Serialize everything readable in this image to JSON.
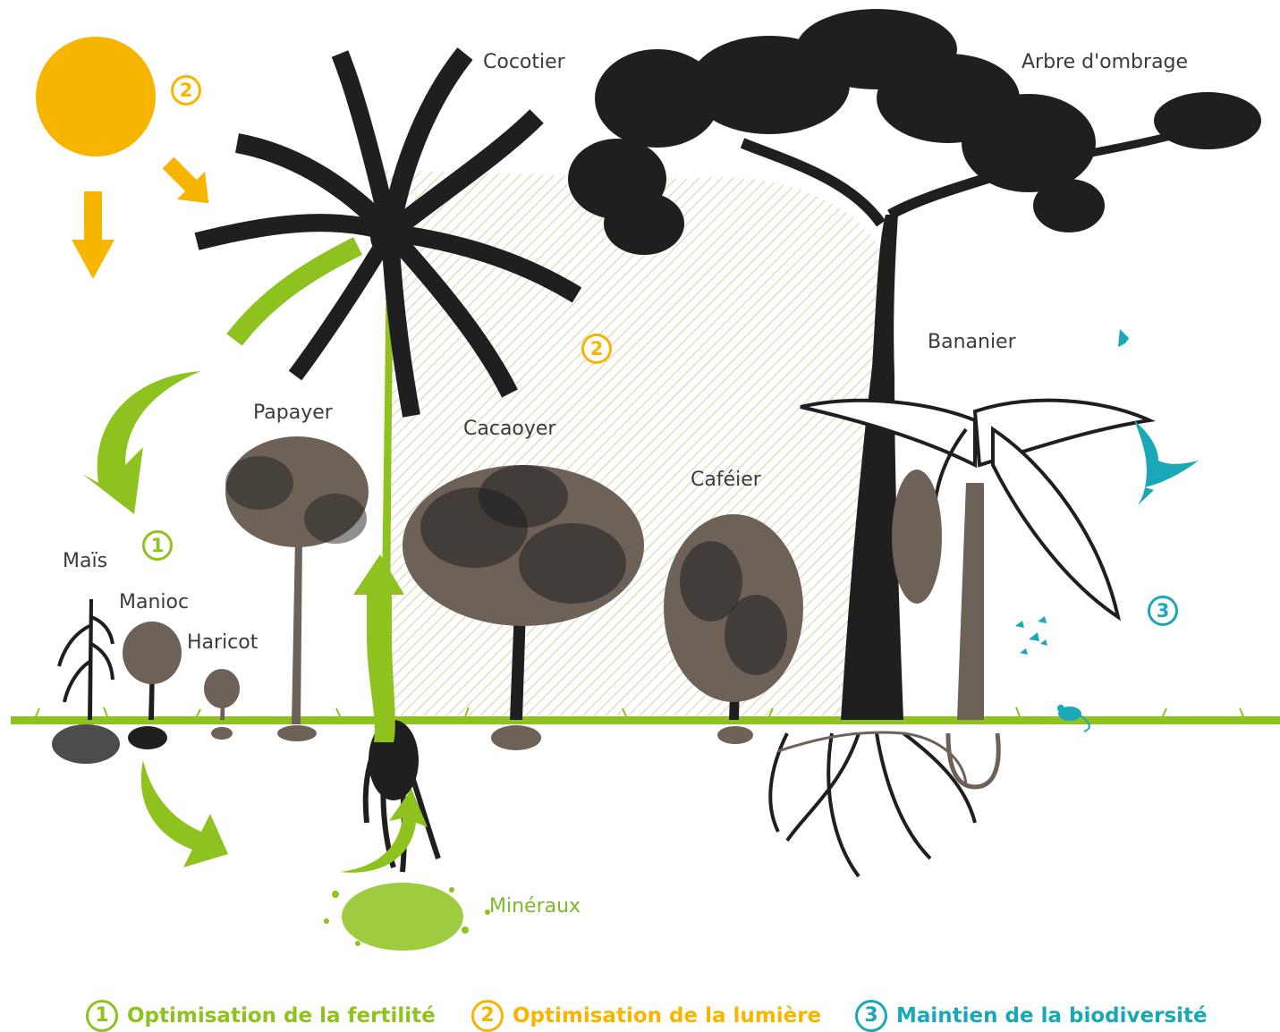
{
  "plants": {
    "cocotier": "Cocotier",
    "arbre_ombrage": "Arbre d'ombrage",
    "bananier": "Bananier",
    "papayer": "Papayer",
    "cacaoyer": "Cacaoyer",
    "cafeier": "Caféier",
    "mais": "Maïs",
    "manioc": "Manioc",
    "haricot": "Haricot",
    "mineraux": "Minéraux"
  },
  "markers": {
    "fertility": "1",
    "light": "2",
    "biodiversity": "3"
  },
  "legend": [
    {
      "number": "1",
      "label": "Optimisation de la fertilité",
      "color": "#8dc21f"
    },
    {
      "number": "2",
      "label": "Optimisation de la lumière",
      "color": "#f7b500"
    },
    {
      "number": "3",
      "label": "Maintien de la biodiversité",
      "color": "#1aa7b8"
    }
  ],
  "colors": {
    "green": "#8dc21f",
    "orange": "#f7b500",
    "teal": "#1aa7b8",
    "dark": "#1f1f1f",
    "brown": "#6e6258",
    "hatch": "#e4dcc2"
  }
}
